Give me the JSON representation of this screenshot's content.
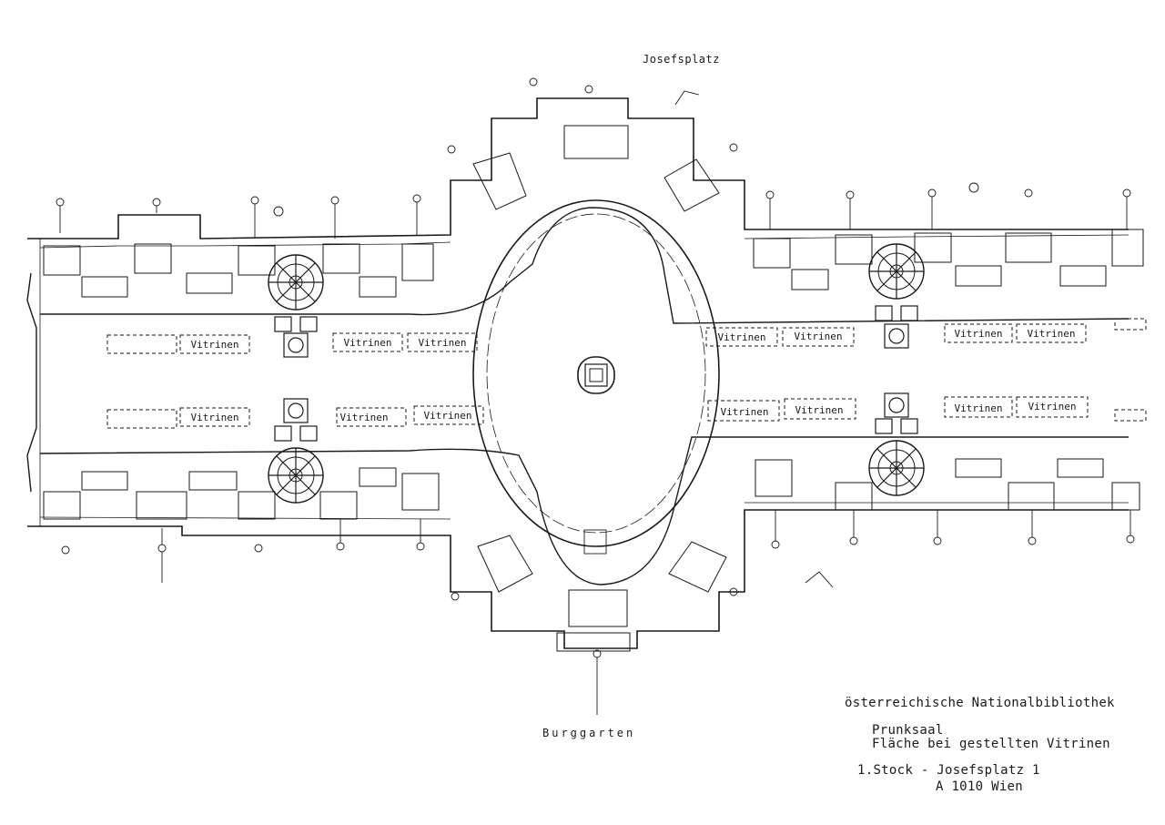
{
  "plan": {
    "streets": {
      "top": "Josefsplatz",
      "bottom": "Burggarten"
    },
    "vitrine_label": "Vitrinen",
    "title_block": {
      "institution": "österreichische Nationalbibliothek",
      "hall": "Prunksaal",
      "subtitle": "Fläche bei gestellten Vitrinen",
      "address_line1": "1.Stock - Josefsplatz 1",
      "address_line2": "A 1010  Wien"
    },
    "line_color": "#1a1a1a"
  }
}
